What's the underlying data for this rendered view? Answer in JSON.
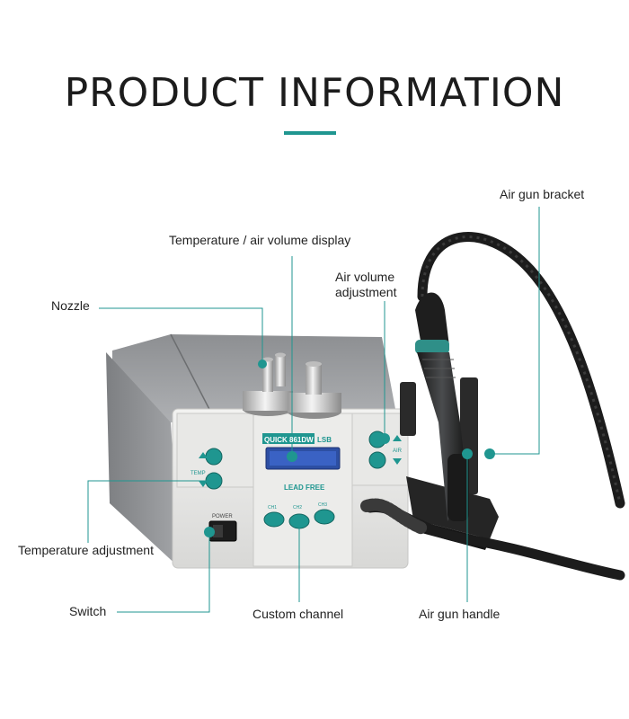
{
  "title": "PRODUCT INFORMATION",
  "accent_color": "#1f9690",
  "labels": {
    "air_gun_bracket": "Air gun bracket",
    "temp_display": "Temperature / air volume display",
    "air_volume_line1": "Air volume",
    "air_volume_line2": "adjustment",
    "nozzle": "Nozzle",
    "temp_adjust": "Temperature adjustment",
    "switch": "Switch",
    "custom_channel": "Custom channel",
    "air_gun_handle": "Air gun handle"
  },
  "panel": {
    "brand": "QUICK 861DW",
    "model_badge": "LSB",
    "lead_free": "LEAD FREE",
    "temp": "TEMP",
    "air": "AIR",
    "power": "POWER",
    "ch1": "CH1",
    "ch2": "CH2",
    "ch3": "CH3"
  }
}
